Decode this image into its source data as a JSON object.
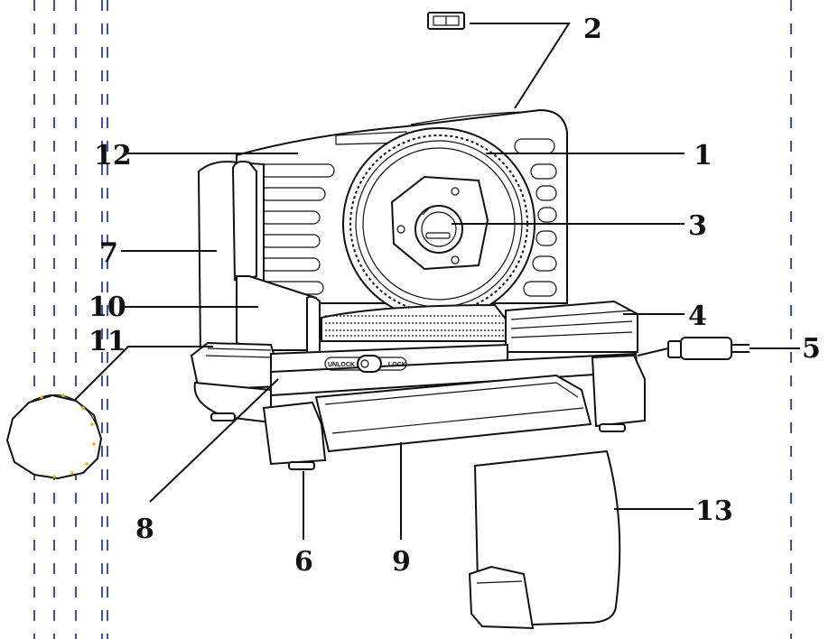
{
  "diagram": {
    "labels": {
      "l1": "1",
      "l2": "2",
      "l3": "3",
      "l4": "4",
      "l5": "5",
      "l6": "6",
      "l7": "7",
      "l8": "8",
      "l9": "9",
      "l10": "10",
      "l11": "11",
      "l12": "12",
      "l13": "13"
    },
    "switch": {
      "unlock": "UNLOCK",
      "lock": "LOCK"
    },
    "colors": {
      "line": "#111111",
      "guide_dash": "#3a4fc2",
      "accent_dots": "#f0b400"
    }
  }
}
